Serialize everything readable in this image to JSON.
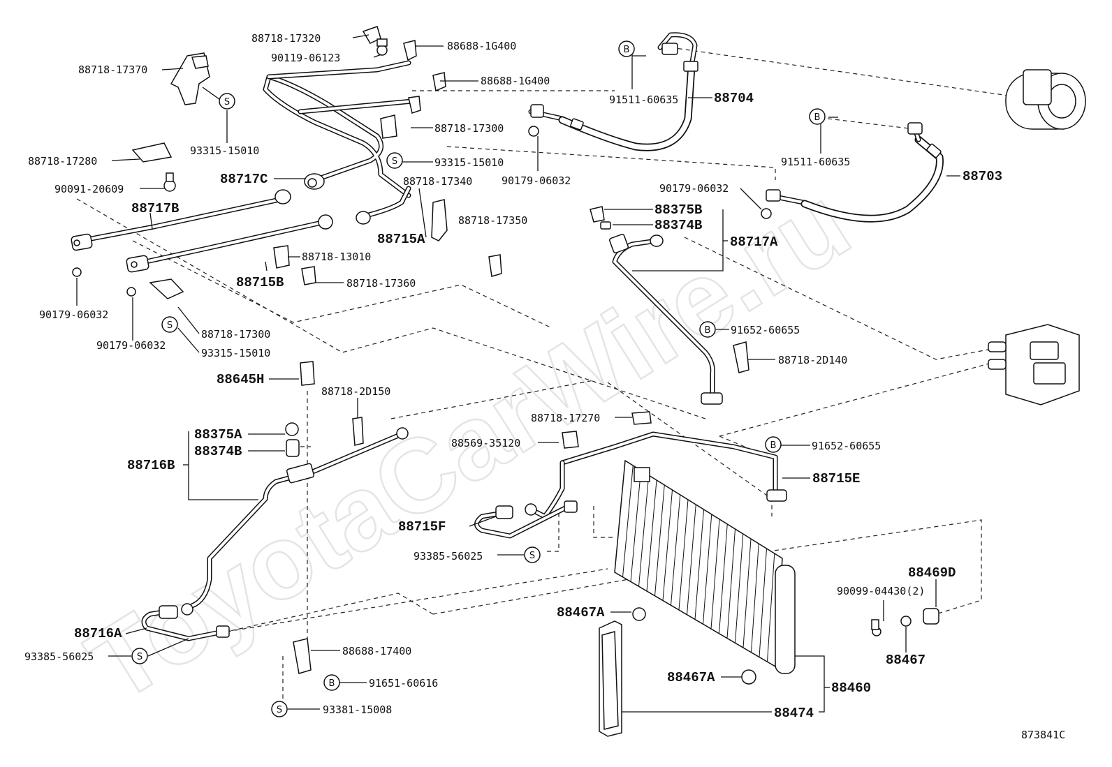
{
  "diagram": {
    "watermark": "ToyotaCarWire.ru",
    "diagram_code": "873841C",
    "marker_s": "S",
    "marker_b": "B",
    "labels": {
      "l_88718_17320": "88718-17320",
      "l_90119_06123": "90119-06123",
      "l_88688_1g400_a": "88688-1G400",
      "l_88688_1g400_b": "88688-1G400",
      "l_88718_17370": "88718-17370",
      "l_93315_15010_a": "93315-15010",
      "l_88718_17300_a": "88718-17300",
      "l_93315_15010_b": "93315-15010",
      "l_88718_17280": "88718-17280",
      "l_90091_20609": "90091-20609",
      "l_88717c": "88717C",
      "l_88717b": "88717B",
      "l_88718_17340": "88718-17340",
      "l_88715a": "88715A",
      "l_88718_17350": "88718-17350",
      "l_90179_06032_a": "90179-06032",
      "l_91511_60635_a": "91511-60635",
      "l_88704": "88704",
      "l_91511_60635_b": "91511-60635",
      "l_88703": "88703",
      "l_90179_06032_b": "90179-06032",
      "l_88375b": "88375B",
      "l_88374b_a": "88374B",
      "l_88717a": "88717A",
      "l_88718_13010": "88718-13010",
      "l_88715b": "88715B",
      "l_88718_17360": "88718-17360",
      "l_90179_06032_c": "90179-06032",
      "l_90179_06032_d": "90179-06032",
      "l_88718_17300_b": "88718-17300",
      "l_93315_15010_c": "93315-15010",
      "l_91652_60655_a": "91652-60655",
      "l_88718_2d140": "88718-2D140",
      "l_88645h": "88645H",
      "l_88718_2d150": "88718-2D150",
      "l_88718_17270": "88718-17270",
      "l_88375a": "88375A",
      "l_88374b_b": "88374B",
      "l_88716b": "88716B",
      "l_88569_35120": "88569-35120",
      "l_91652_60655_b": "91652-60655",
      "l_88715e": "88715E",
      "l_88715f": "88715F",
      "l_93385_56025_a": "93385-56025",
      "l_88469d": "88469D",
      "l_90099_04430": "90099-04430(2)",
      "l_88467a_a": "88467A",
      "l_88716a": "88716A",
      "l_93385_56025_b": "93385-56025",
      "l_88688_17400": "88688-17400",
      "l_91651_60616": "91651-60616",
      "l_88467": "88467",
      "l_88467a_b": "88467A",
      "l_88460": "88460",
      "l_93381_15008": "93381-15008",
      "l_88474": "88474"
    }
  }
}
